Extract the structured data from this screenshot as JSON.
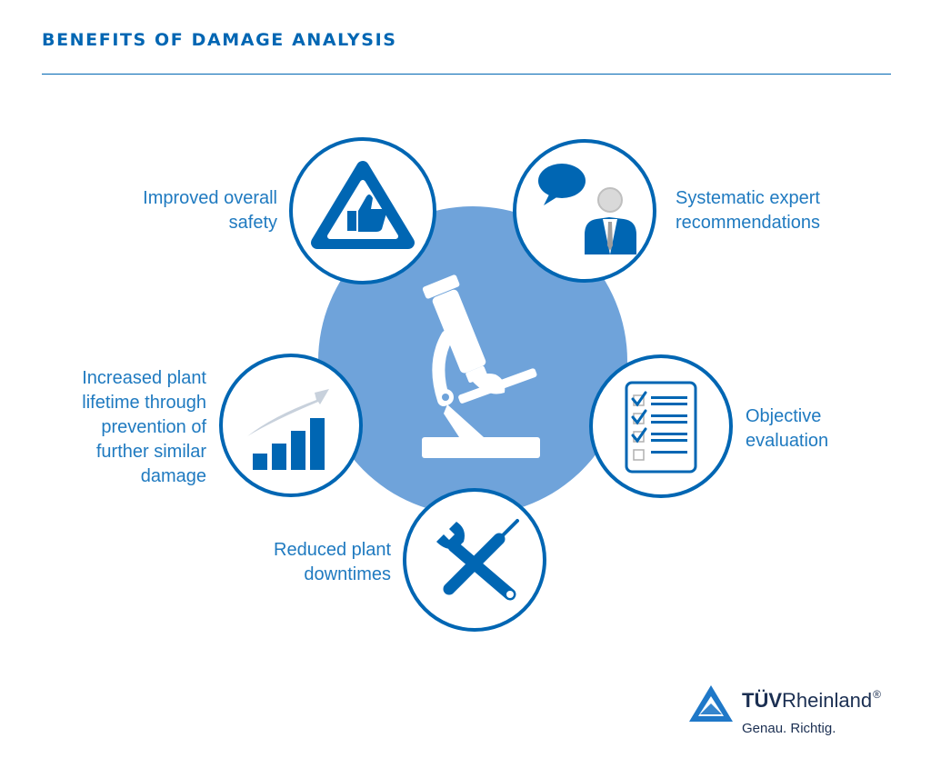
{
  "header": {
    "title": "BENEFITS OF DAMAGE ANALYSIS"
  },
  "benefits": [
    {
      "id": "safety",
      "label_lines": [
        "Improved overall",
        "safety"
      ],
      "icon": "thumbs-up-warning-icon"
    },
    {
      "id": "expert",
      "label_lines": [
        "Systematic expert",
        "recommendations"
      ],
      "icon": "expert-speech-icon"
    },
    {
      "id": "evaluation",
      "label_lines": [
        "Objective",
        "evaluation"
      ],
      "icon": "checklist-icon"
    },
    {
      "id": "downtimes",
      "label_lines": [
        "Reduced plant",
        "downtimes"
      ],
      "icon": "wrench-screwdriver-icon"
    },
    {
      "id": "lifetime",
      "label_lines": [
        "Increased plant",
        "lifetime through",
        "prevention of",
        "further similar",
        "damage"
      ],
      "icon": "growth-chart-icon"
    }
  ],
  "center": {
    "icon": "microscope-icon"
  },
  "brand": {
    "name_bold": "TÜV",
    "name_regular": "Rheinland",
    "registered": "®",
    "tagline": "Genau. Richtig.",
    "logo": "tuv-triangle-logo"
  },
  "colors": {
    "primary": "#0066b3",
    "center_fill": "#6fa3da",
    "label": "#1f7ac0",
    "brand_text": "#1b2f52"
  }
}
